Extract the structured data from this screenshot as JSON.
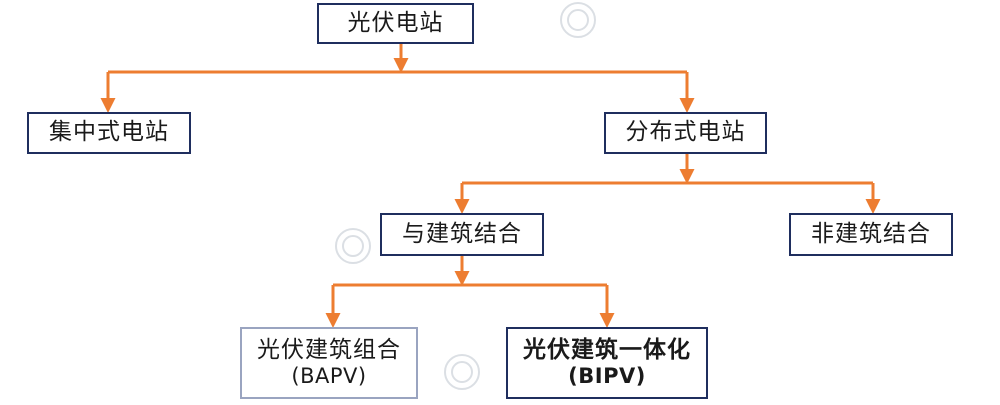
{
  "nodes": {
    "root": {
      "label": "光伏电站"
    },
    "centralized": {
      "label": "集中式电站"
    },
    "distributed": {
      "label": "分布式电站"
    },
    "with_building": {
      "label": "与建筑结合"
    },
    "non_building": {
      "label": "非建筑结合"
    },
    "bapv": {
      "label": "光伏建筑组合",
      "sub": "(BAPV)"
    },
    "bipv": {
      "label": "光伏建筑一体化",
      "sub": "(BIPV)"
    }
  },
  "colors": {
    "connector": "#ed7d31",
    "box_border_primary": "#1f2e5e",
    "box_border_secondary": "#9aa4c0",
    "text": "#1a1a1a",
    "watermark": "#cfd5dc"
  },
  "icons": [
    "watermark-logo-icon"
  ]
}
